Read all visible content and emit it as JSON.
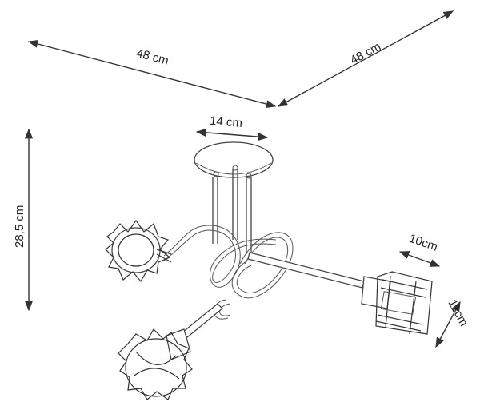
{
  "dimensions": {
    "width_a": "48 cm",
    "width_b": "48 cm",
    "canopy": "14 cm",
    "height": "28,5 cm",
    "shade_width": "10cm",
    "shade_height": "11cm"
  },
  "colors": {
    "line": "#333333",
    "background": "#ffffff"
  }
}
